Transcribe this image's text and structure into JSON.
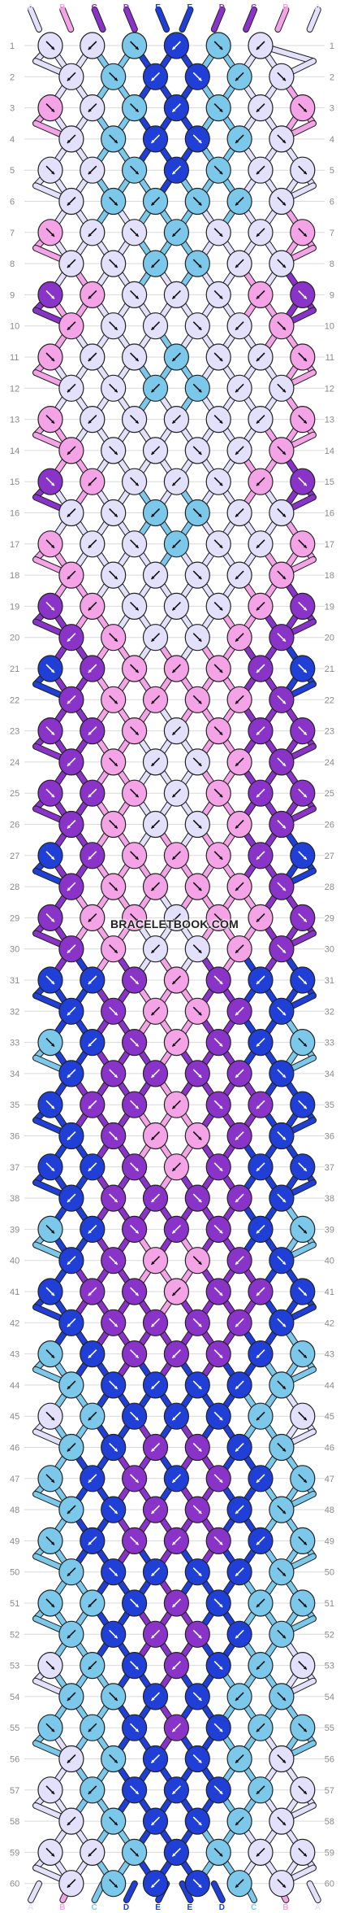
{
  "watermark": "BRACELETBOOK.COM",
  "colors": {
    "lavender": "#e3e0fb",
    "pink": "#f4a3e6",
    "purple": "#8a33c8",
    "blue": "#1f3fd6",
    "skyblue": "#7cc8ea"
  },
  "strands": {
    "top": [
      "A",
      "B",
      "C",
      "D",
      "E",
      "E",
      "D",
      "C",
      "B",
      "A"
    ],
    "bottom": [
      "A",
      "B",
      "C",
      "D",
      "E",
      "E",
      "D",
      "C",
      "B",
      "A"
    ],
    "top_colors": [
      "lavender",
      "pink",
      "purple",
      "purple",
      "blue",
      "blue",
      "purple",
      "purple",
      "pink",
      "lavender"
    ],
    "bottom_colors": [
      "lavender",
      "pink",
      "skyblue",
      "blue",
      "blue",
      "blue",
      "blue",
      "skyblue",
      "pink",
      "lavender"
    ]
  },
  "row_count": 60,
  "row_labels": [
    "1",
    "2",
    "3",
    "4",
    "5",
    "6",
    "7",
    "8",
    "9",
    "10",
    "11",
    "12",
    "13",
    "14",
    "15",
    "16",
    "17",
    "18",
    "19",
    "20",
    "21",
    "22",
    "23",
    "24",
    "25",
    "26",
    "27",
    "28",
    "29",
    "30",
    "31",
    "32",
    "33",
    "34",
    "35",
    "36",
    "37",
    "38",
    "39",
    "40",
    "41",
    "42",
    "43",
    "44",
    "45",
    "46",
    "47",
    "48",
    "49",
    "50",
    "51",
    "52",
    "53",
    "54",
    "55",
    "56",
    "57",
    "58",
    "59",
    "60"
  ],
  "knot_rows": {
    "odd": [
      "lavender lavender skyblue blue skyblue lavender",
      "pink lavender skyblue blue skyblue lavender pink",
      "lavender lavender skyblue blue skyblue lavender lavender",
      "pink lavender lavender skyblue lavender lavender pink",
      "purple pink lavender lavender lavender pink purple",
      "pink lavender lavender skyblue lavender lavender pink",
      "pink lavender lavender lavender lavender lavender pink",
      "purple pink lavender lavender lavender pink purple",
      "pink lavender lavender skyblue lavender lavender pink",
      "purple pink lavender lavender lavender pink purple",
      "blue purple pink pink pink purple blue",
      "purple purple pink lavender pink purple purple",
      "purple purple pink lavender pink purple purple",
      "blue purple pink pink pink purple blue",
      "purple pink pink lavender pink pink purple",
      "blue blue purple pink purple blue blue",
      "skyblue blue purple pink purple blue skyblue",
      "blue purple purple pink purple purple blue",
      "blue blue purple pink purple blue blue",
      "skyblue blue purple purple purple blue skyblue",
      "blue purple purple pink purple purple blue",
      "skyblue blue purple purple purple blue skyblue",
      "lavender skyblue blue blue blue skyblue lavender",
      "skyblue blue purple blue purple blue skyblue",
      "skyblue blue purple purple purple blue skyblue",
      "skyblue skyblue blue purple blue skyblue skyblue",
      "lavender skyblue blue purple blue skyblue lavender",
      "skyblue skyblue blue purple blue skyblue skyblue",
      "lavender skyblue blue blue blue skyblue lavender",
      "lavender lavender skyblue blue skyblue lavender lavender"
    ],
    "even": [
      "lavender skyblue blue blue skyblue lavender",
      "lavender skyblue blue blue skyblue lavender",
      "lavender skyblue skyblue skyblue skyblue lavender",
      "lavender lavender skyblue skyblue lavender lavender",
      "pink lavender lavender lavender lavender pink",
      "lavender lavender skyblue skyblue lavender lavender",
      "pink lavender lavender lavender lavender pink",
      "lavender lavender skyblue skyblue lavender lavender",
      "pink lavender lavender lavender lavender pink",
      "purple pink lavender lavender pink purple",
      "purple pink pink pink pink purple",
      "purple pink lavender lavender pink purple",
      "purple pink lavender lavender pink purple",
      "purple pink pink pink pink purple",
      "purple pink lavender lavender pink purple",
      "blue purple pink pink purple blue",
      "blue purple purple purple purple blue",
      "blue purple pink pink purple blue",
      "blue purple purple purple purple blue",
      "blue purple pink pink purple blue",
      "blue purple purple purple purple blue",
      "skyblue blue blue blue blue skyblue",
      "skyblue blue purple purple blue skyblue",
      "skyblue blue purple purple blue skyblue",
      "skyblue blue blue blue blue skyblue",
      "skyblue blue purple purple blue skyblue",
      "skyblue skyblue blue blue skyblue skyblue",
      "lavender skyblue blue blue skyblue lavender",
      "lavender skyblue blue blue skyblue lavender",
      "lavender skyblue blue blue skyblue lavender"
    ]
  }
}
